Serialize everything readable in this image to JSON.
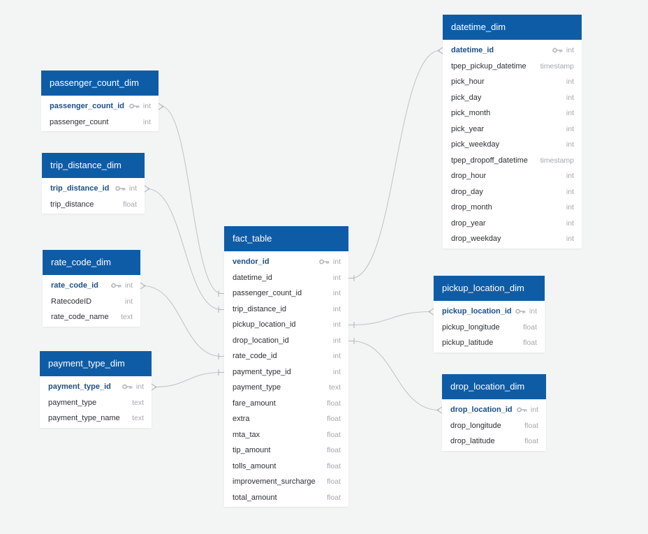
{
  "colors": {
    "header_bg": "#0f5ca6",
    "header_text": "#ffffff",
    "pk_text": "#1c4f86",
    "type_text": "#a4a7ab",
    "relation_line": "#c3c5c8",
    "canvas_bg": "#f3f4f4"
  },
  "tables": {
    "passenger_count_dim": {
      "title": "passenger_count_dim",
      "columns": [
        {
          "name": "passenger_count_id",
          "type": "int",
          "pk": true
        },
        {
          "name": "passenger_count",
          "type": "int",
          "pk": false
        }
      ]
    },
    "trip_distance_dim": {
      "title": "trip_distance_dim",
      "columns": [
        {
          "name": "trip_distance_id",
          "type": "int",
          "pk": true
        },
        {
          "name": "trip_distance",
          "type": "float",
          "pk": false
        }
      ]
    },
    "rate_code_dim": {
      "title": "rate_code_dim",
      "columns": [
        {
          "name": "rate_code_id",
          "type": "int",
          "pk": true
        },
        {
          "name": "RatecodeID",
          "type": "int",
          "pk": false
        },
        {
          "name": "rate_code_name",
          "type": "text",
          "pk": false
        }
      ]
    },
    "payment_type_dim": {
      "title": "payment_type_dim",
      "columns": [
        {
          "name": "payment_type_id",
          "type": "int",
          "pk": true
        },
        {
          "name": "payment_type",
          "type": "text",
          "pk": false
        },
        {
          "name": "payment_type_name",
          "type": "text",
          "pk": false
        }
      ]
    },
    "fact_table": {
      "title": "fact_table",
      "columns": [
        {
          "name": "vendor_id",
          "type": "int",
          "pk": true
        },
        {
          "name": "datetime_id",
          "type": "int",
          "pk": false
        },
        {
          "name": "passenger_count_id",
          "type": "int",
          "pk": false
        },
        {
          "name": "trip_distance_id",
          "type": "int",
          "pk": false
        },
        {
          "name": "pickup_location_id",
          "type": "int",
          "pk": false
        },
        {
          "name": "drop_location_id",
          "type": "int",
          "pk": false
        },
        {
          "name": "rate_code_id",
          "type": "int",
          "pk": false
        },
        {
          "name": "payment_type_id",
          "type": "int",
          "pk": false
        },
        {
          "name": "payment_type",
          "type": "text",
          "pk": false
        },
        {
          "name": "fare_amount",
          "type": "float",
          "pk": false
        },
        {
          "name": "extra",
          "type": "float",
          "pk": false
        },
        {
          "name": "mta_tax",
          "type": "float",
          "pk": false
        },
        {
          "name": "tip_amount",
          "type": "float",
          "pk": false
        },
        {
          "name": "tolls_amount",
          "type": "float",
          "pk": false
        },
        {
          "name": "improvement_surcharge",
          "type": "float",
          "pk": false
        },
        {
          "name": "total_amount",
          "type": "float",
          "pk": false
        }
      ]
    },
    "datetime_dim": {
      "title": "datetime_dim",
      "columns": [
        {
          "name": "datetime_id",
          "type": "int",
          "pk": true
        },
        {
          "name": "tpep_pickup_datetime",
          "type": "timestamp",
          "pk": false
        },
        {
          "name": "pick_hour",
          "type": "int",
          "pk": false
        },
        {
          "name": "pick_day",
          "type": "int",
          "pk": false
        },
        {
          "name": "pick_month",
          "type": "int",
          "pk": false
        },
        {
          "name": "pick_year",
          "type": "int",
          "pk": false
        },
        {
          "name": "pick_weekday",
          "type": "int",
          "pk": false
        },
        {
          "name": "tpep_dropoff_datetime",
          "type": "timestamp",
          "pk": false
        },
        {
          "name": "drop_hour",
          "type": "int",
          "pk": false
        },
        {
          "name": "drop_day",
          "type": "int",
          "pk": false
        },
        {
          "name": "drop_month",
          "type": "int",
          "pk": false
        },
        {
          "name": "drop_year",
          "type": "int",
          "pk": false
        },
        {
          "name": "drop_weekday",
          "type": "int",
          "pk": false
        }
      ]
    },
    "pickup_location_dim": {
      "title": "pickup_location_dim",
      "columns": [
        {
          "name": "pickup_location_id",
          "type": "int",
          "pk": true
        },
        {
          "name": "pickup_longitude",
          "type": "float",
          "pk": false
        },
        {
          "name": "pickup_latitude",
          "type": "float",
          "pk": false
        }
      ]
    },
    "drop_location_dim": {
      "title": "drop_location_dim",
      "columns": [
        {
          "name": "drop_location_id",
          "type": "int",
          "pk": true
        },
        {
          "name": "drop_longitude",
          "type": "float",
          "pk": false
        },
        {
          "name": "drop_latitude",
          "type": "float",
          "pk": false
        }
      ]
    }
  },
  "relationships": [
    {
      "from_table": "fact_table",
      "from_column": "passenger_count_id",
      "to_table": "passenger_count_dim",
      "to_column": "passenger_count_id"
    },
    {
      "from_table": "fact_table",
      "from_column": "trip_distance_id",
      "to_table": "trip_distance_dim",
      "to_column": "trip_distance_id"
    },
    {
      "from_table": "fact_table",
      "from_column": "rate_code_id",
      "to_table": "rate_code_dim",
      "to_column": "rate_code_id"
    },
    {
      "from_table": "fact_table",
      "from_column": "payment_type_id",
      "to_table": "payment_type_dim",
      "to_column": "payment_type_id"
    },
    {
      "from_table": "fact_table",
      "from_column": "datetime_id",
      "to_table": "datetime_dim",
      "to_column": "datetime_id"
    },
    {
      "from_table": "fact_table",
      "from_column": "pickup_location_id",
      "to_table": "pickup_location_dim",
      "to_column": "pickup_location_id"
    },
    {
      "from_table": "fact_table",
      "from_column": "drop_location_id",
      "to_table": "drop_location_dim",
      "to_column": "drop_location_id"
    }
  ]
}
